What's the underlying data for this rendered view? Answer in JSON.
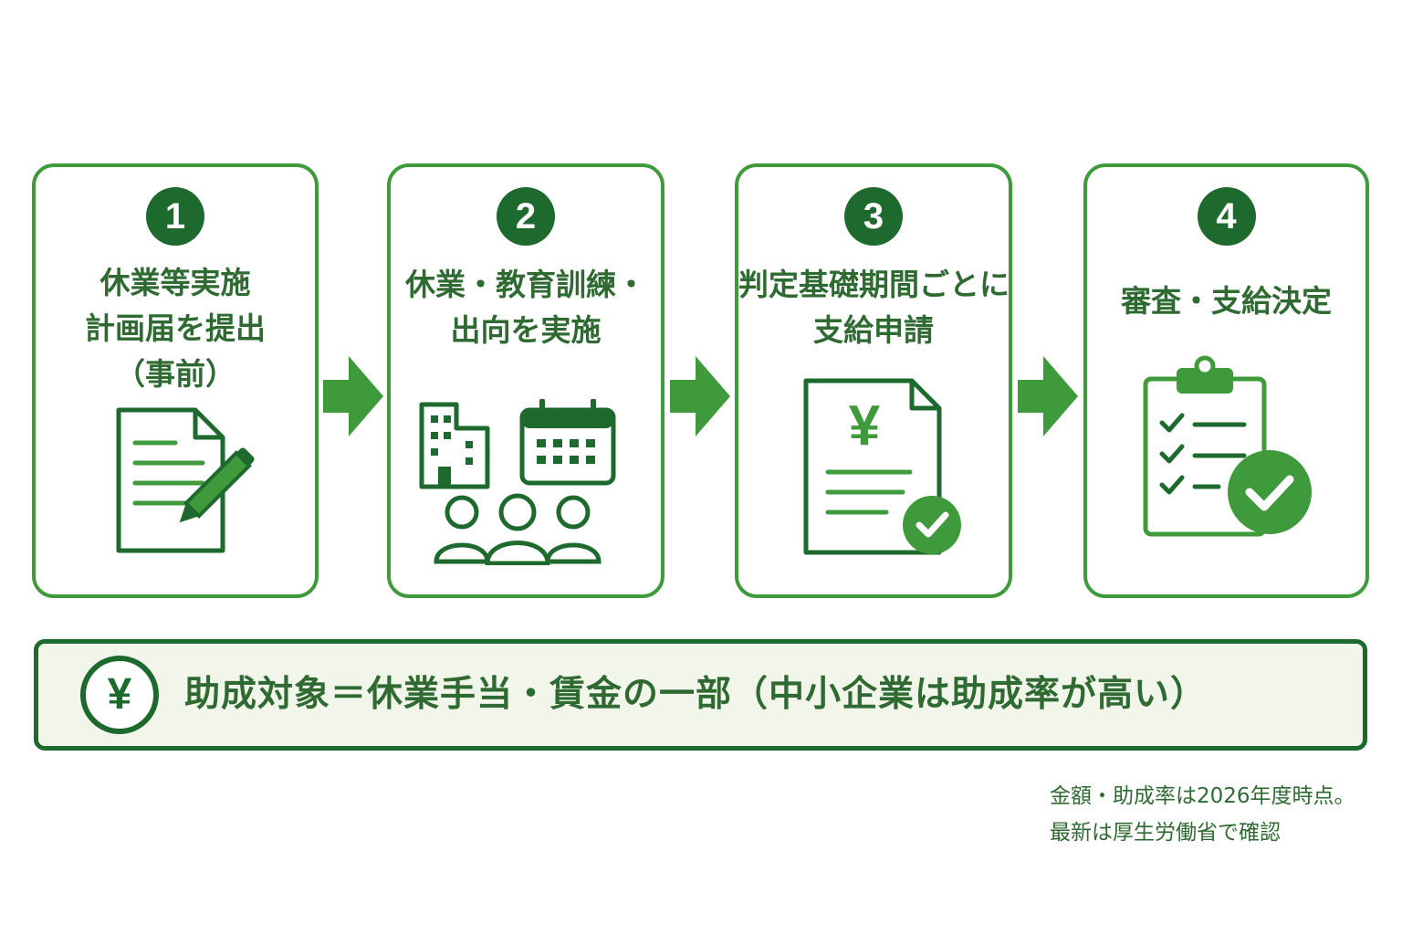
{
  "steps": [
    {
      "number": "1",
      "title_lines": [
        "休業等実施",
        "計画届を提出",
        "（事前）"
      ]
    },
    {
      "number": "2",
      "title_lines": [
        "休業・教育訓練・",
        "出向を実施"
      ]
    },
    {
      "number": "3",
      "title_lines": [
        "判定基礎期間ごとに",
        "支給申請"
      ]
    },
    {
      "number": "4",
      "title_lines": [
        "審査・支給決定"
      ]
    }
  ],
  "step3_icon_symbol": "¥",
  "banner": {
    "symbol": "¥",
    "text": "助成対象＝休業手当・賃金の一部（中小企業は助成率が高い）"
  },
  "note_lines": [
    "金額・助成率は2026年度時点。",
    "最新は厚生労働省で確認"
  ],
  "colors": {
    "primary": "#1e6a2e",
    "accent": "#3f9a3b",
    "text": "#2f6a33",
    "banner_bg": "#f2f6ea"
  }
}
